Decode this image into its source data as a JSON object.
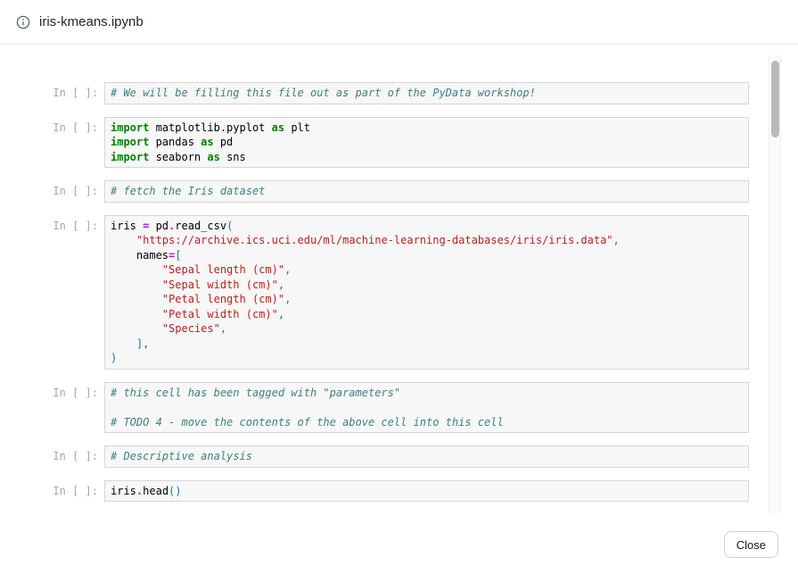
{
  "header": {
    "title": "iris-kmeans.ipynb",
    "icon": "info-icon"
  },
  "footer": {
    "close_label": "Close"
  },
  "syntax_colors": {
    "comment": "#408080",
    "keyword": "#008000",
    "string": "#BA2121",
    "operator": "#AA22FF",
    "punctuation": "#1e6bb8",
    "plain": "#000000",
    "cell_background": "#f7f7f7",
    "cell_border": "#d6d6d6",
    "prompt_color": "#a6a6a6"
  },
  "notebook": {
    "prompt": "In [ ]:",
    "cells": [
      {
        "lines": [
          [
            {
              "t": "# We will be filling this file out as part of the PyData workshop!",
              "c": "com"
            }
          ]
        ]
      },
      {
        "lines": [
          [
            {
              "t": "import",
              "c": "kw"
            },
            {
              "t": " matplotlib.pyplot ",
              "c": "pl"
            },
            {
              "t": "as",
              "c": "kw"
            },
            {
              "t": " plt",
              "c": "pl"
            }
          ],
          [
            {
              "t": "import",
              "c": "kw"
            },
            {
              "t": " pandas ",
              "c": "pl"
            },
            {
              "t": "as",
              "c": "kw"
            },
            {
              "t": " pd",
              "c": "pl"
            }
          ],
          [
            {
              "t": "import",
              "c": "kw"
            },
            {
              "t": " seaborn ",
              "c": "pl"
            },
            {
              "t": "as",
              "c": "kw"
            },
            {
              "t": " sns",
              "c": "pl"
            }
          ]
        ]
      },
      {
        "lines": [
          [
            {
              "t": "# fetch the Iris dataset",
              "c": "com"
            }
          ]
        ]
      },
      {
        "lines": [
          [
            {
              "t": "iris ",
              "c": "pl"
            },
            {
              "t": "=",
              "c": "op"
            },
            {
              "t": " pd",
              "c": "pl"
            },
            {
              "t": ".",
              "c": "op"
            },
            {
              "t": "read_csv",
              "c": "pl"
            },
            {
              "t": "(",
              "c": "pu"
            }
          ],
          [
            {
              "t": "    ",
              "c": "pl"
            },
            {
              "t": "\"https://archive.ics.uci.edu/ml/machine-learning-databases/iris/iris.data\"",
              "c": "st"
            },
            {
              "t": ",",
              "c": "pu"
            }
          ],
          [
            {
              "t": "    names",
              "c": "pl"
            },
            {
              "t": "=",
              "c": "op"
            },
            {
              "t": "[",
              "c": "pu"
            }
          ],
          [
            {
              "t": "        ",
              "c": "pl"
            },
            {
              "t": "\"Sepal length (cm)\"",
              "c": "st"
            },
            {
              "t": ",",
              "c": "pu"
            }
          ],
          [
            {
              "t": "        ",
              "c": "pl"
            },
            {
              "t": "\"Sepal width (cm)\"",
              "c": "st"
            },
            {
              "t": ",",
              "c": "pu"
            }
          ],
          [
            {
              "t": "        ",
              "c": "pl"
            },
            {
              "t": "\"Petal length (cm)\"",
              "c": "st"
            },
            {
              "t": ",",
              "c": "pu"
            }
          ],
          [
            {
              "t": "        ",
              "c": "pl"
            },
            {
              "t": "\"Petal width (cm)\"",
              "c": "st"
            },
            {
              "t": ",",
              "c": "pu"
            }
          ],
          [
            {
              "t": "        ",
              "c": "pl"
            },
            {
              "t": "\"Species\"",
              "c": "st"
            },
            {
              "t": ",",
              "c": "pu"
            }
          ],
          [
            {
              "t": "    ",
              "c": "pl"
            },
            {
              "t": "],",
              "c": "pu"
            }
          ],
          [
            {
              "t": ")",
              "c": "pu"
            }
          ]
        ]
      },
      {
        "lines": [
          [
            {
              "t": "# this cell has been tagged with \"parameters\"",
              "c": "com"
            }
          ],
          [],
          [
            {
              "t": "# TODO 4 - move the contents of the above cell into this cell",
              "c": "com"
            }
          ]
        ]
      },
      {
        "lines": [
          [
            {
              "t": "# Descriptive analysis",
              "c": "com"
            }
          ]
        ]
      },
      {
        "lines": [
          [
            {
              "t": "iris",
              "c": "pl"
            },
            {
              "t": ".",
              "c": "op"
            },
            {
              "t": "head",
              "c": "pl"
            },
            {
              "t": "()",
              "c": "pu"
            }
          ]
        ]
      }
    ]
  }
}
